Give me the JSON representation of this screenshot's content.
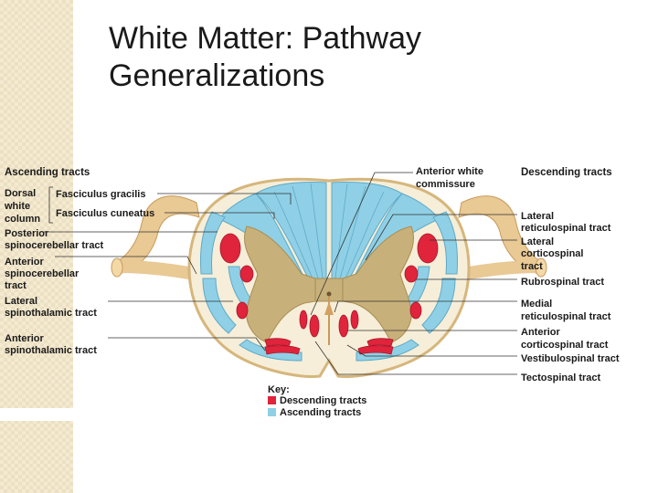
{
  "slide": {
    "title_line1": "White Matter: Pathway",
    "title_line2": "Generalizations"
  },
  "diagram": {
    "ascending_header": "Ascending tracts",
    "descending_header": "Descending tracts",
    "left_labels": {
      "dorsal_1": "Dorsal",
      "dorsal_2": "white",
      "dorsal_3": "column",
      "fasciculus_gracilis": "Fasciculus gracilis",
      "fasciculus_cuneatus": "Fasciculus cuneatus",
      "post_spino_1": "Posterior",
      "post_spino_2": "spinocerebellar tract",
      "ant_spino_1": "Anterior",
      "ant_spino_2": "spinocerebellar",
      "ant_spino_3": "tract",
      "lat_spinothal_1": "Lateral",
      "lat_spinothal_2": "spinothalamic tract",
      "ant_spinothal_1": "Anterior",
      "ant_spinothal_2": "spinothalamic tract"
    },
    "right_labels": {
      "ant_commissure_1": "Anterior white",
      "ant_commissure_2": "commissure",
      "lat_reticulo_1": "Lateral",
      "lat_reticulo_2": "reticulospinal tract",
      "lat_cortico_1": "Lateral",
      "lat_cortico_2": "corticospinal",
      "lat_cortico_3": "tract",
      "rubrospinal": "Rubrospinal tract",
      "med_reticulo_1": "Medial",
      "med_reticulo_2": "reticulospinal tract",
      "ant_cortico_1": "Anterior",
      "ant_cortico_2": "corticospinal tract",
      "vestibulospinal": "Vestibulospinal tract",
      "tectospinal": "Tectospinal tract"
    },
    "key": {
      "title": "Key:",
      "descending": "Descending tracts",
      "ascending": "Ascending tracts"
    },
    "colors": {
      "descending": "#e0243c",
      "ascending": "#8fd0e6",
      "gray_matter": "#c8b07a",
      "white_matter": "#f6eed8",
      "nerve_root": "#e9c994"
    }
  }
}
